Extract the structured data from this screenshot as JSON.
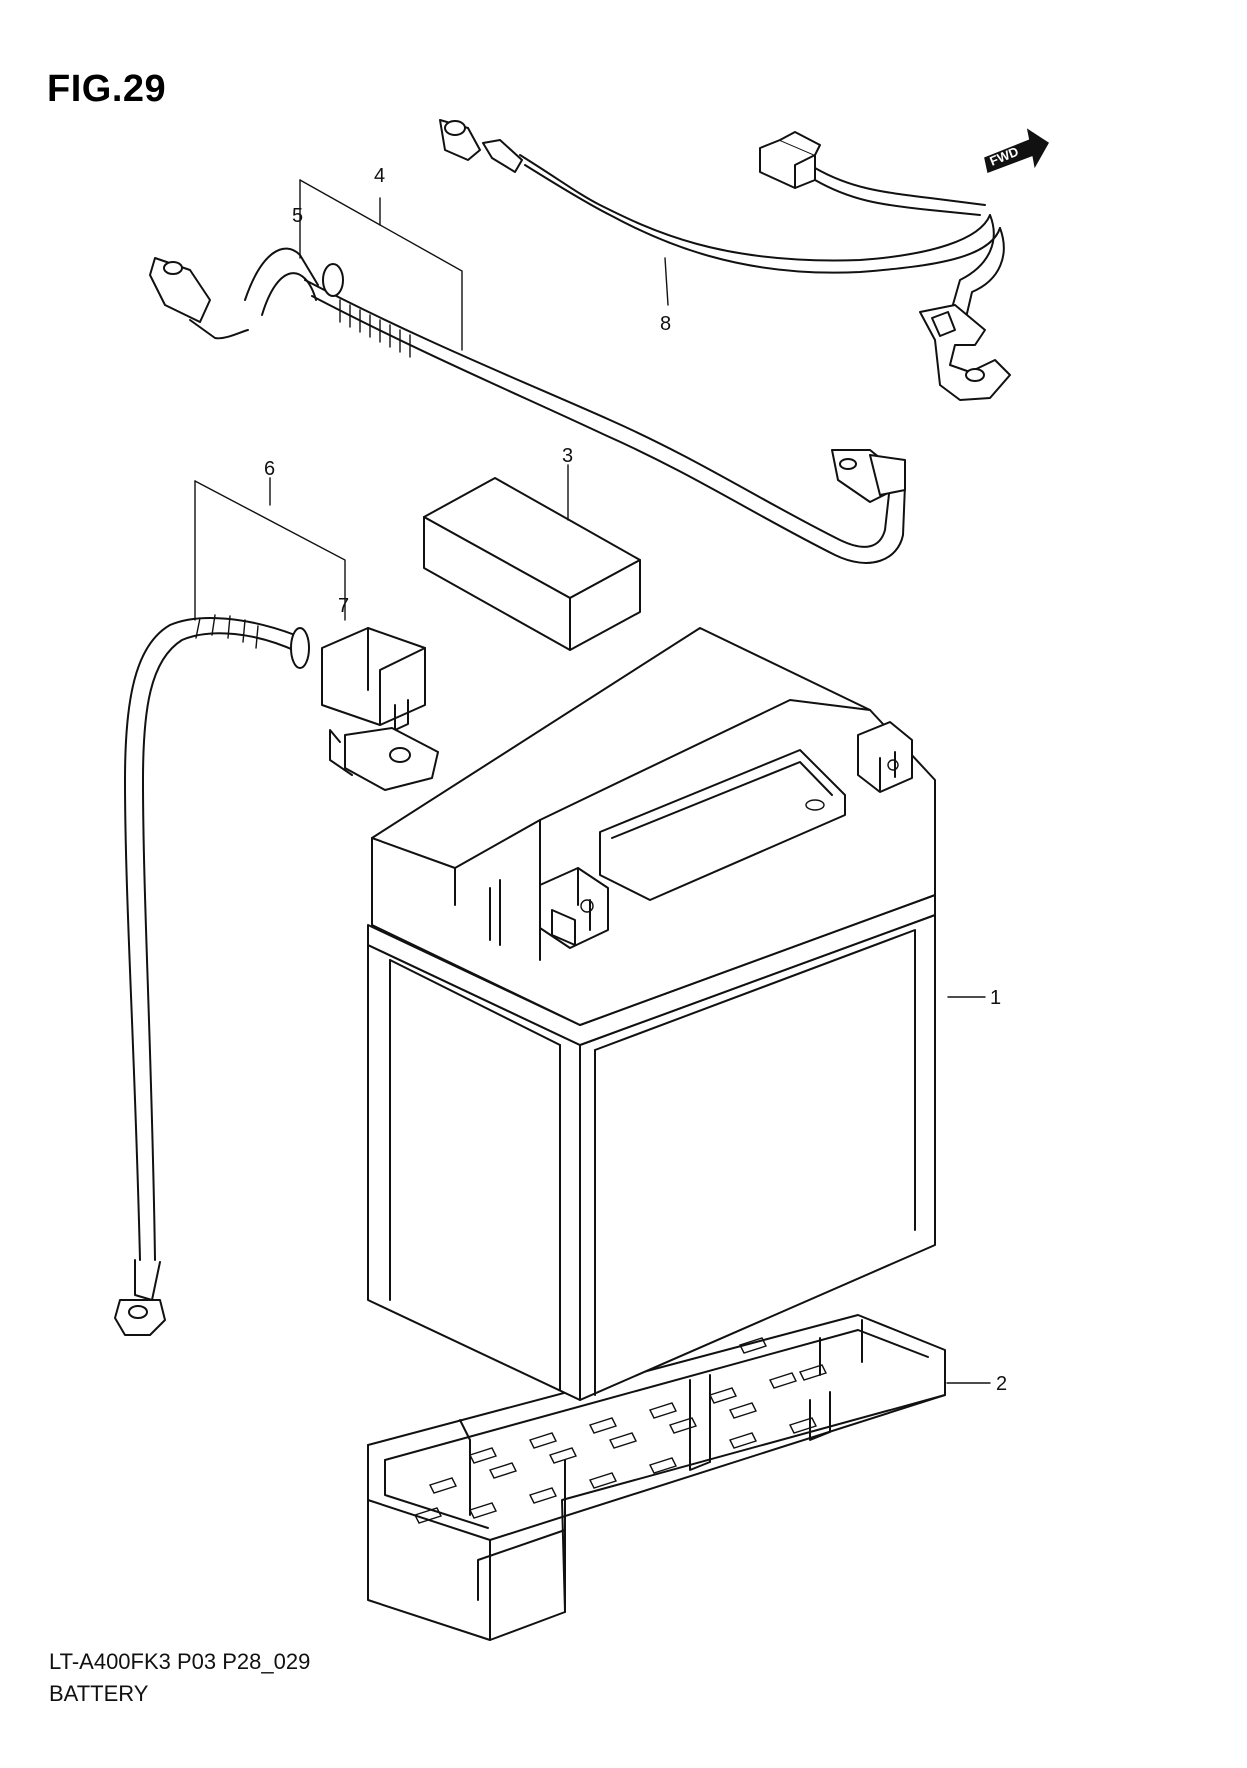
{
  "figure": {
    "title": "FIG.29"
  },
  "fwd_label": "FWD",
  "callouts": [
    "1",
    "2",
    "3",
    "4",
    "5",
    "6",
    "7",
    "8"
  ],
  "footer": {
    "model_code": "LT-A400FK3 P03 P28_029",
    "section_name": "BATTERY"
  }
}
